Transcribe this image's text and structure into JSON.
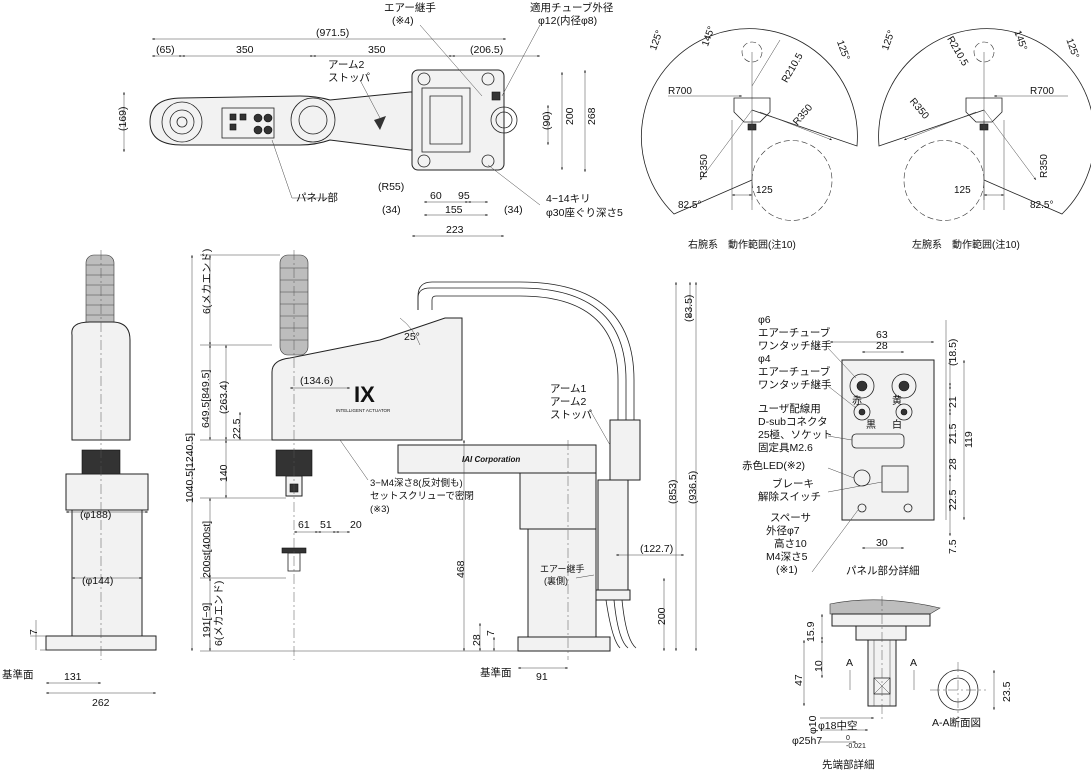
{
  "top_view": {
    "dims": [
      "(971.5)",
      "(65)",
      "350",
      "350",
      "(206.5)",
      "(169)",
      "200",
      "268",
      "(90)",
      "(R55)",
      "60",
      "95",
      "155",
      "(34)",
      "(34)",
      "223"
    ],
    "air_joint": "エアー継手",
    "air_joint_note": "(※4)",
    "tube_label": "適用チューブ外径",
    "tube_value": "φ12(内径φ8)",
    "arm2_stopper_1": "アーム2",
    "arm2_stopper_2": "ストッパ",
    "panel": "パネル部",
    "holes_1": "4−14キリ",
    "holes_2": "φ30座ぐり深さ5"
  },
  "range_right": {
    "angles": [
      "125°",
      "145°",
      "125°",
      "82.5°"
    ],
    "radii": [
      "R210.5",
      "R700",
      "R350",
      "R350"
    ],
    "dim": "125",
    "caption": "右腕系　動作範囲(注10)"
  },
  "range_left": {
    "angles": [
      "125°",
      "145°",
      "125°",
      "82.5°"
    ],
    "radii": [
      "R210.5",
      "R350",
      "R700",
      "R350"
    ],
    "dim": "125",
    "caption": "左腕系　動作範囲(注10)"
  },
  "front_view": {
    "dims": [
      "(φ188)",
      "(φ144)",
      "7",
      "131",
      "262"
    ],
    "base_label": "基準面"
  },
  "side_view": {
    "vdims": [
      "1040.5[1240.5]",
      "649.5[849.5]",
      "6(メカエンド)",
      "(263.4)",
      "22.5",
      "140",
      "200st[400st]",
      "191[−9]",
      "6(メカエンド)",
      "468",
      "28",
      "7",
      "(853)",
      "(936.5)",
      "(83.5)",
      "200"
    ],
    "hdims": [
      "(134.6)",
      "61",
      "51",
      "20",
      "(122.7)",
      "91"
    ],
    "angle": "25°",
    "logo": "IX",
    "logo_sub": "INTELLIGENT ACTUATOR",
    "brand": "IAI Corporation",
    "arm_1": "アーム1",
    "arm_2": "アーム2",
    "stopper": "ストッパ",
    "screw_1": "3−M4深さ8(反対側も)",
    "screw_2": "セットスクリューで密閉",
    "screw_3": "(※3)",
    "air_1": "エアー継手",
    "air_2": "(裏側)",
    "base_label": "基準面"
  },
  "panel_detail": {
    "items": [
      "φ6",
      "エアーチューブ",
      "ワンタッチ継手",
      "φ4",
      "エアーチューブ",
      "ワンタッチ継手",
      "ユーザ配線用",
      "D-subコネクタ",
      "25極、ソケット",
      "固定具M2.6",
      "赤色LED(※2)",
      "ブレーキ",
      "解除スイッチ",
      "スペーサ",
      "外径φ7",
      "高さ10",
      "M4深さ5",
      "(※1)"
    ],
    "dims_top": [
      "63",
      "28"
    ],
    "dims_right": [
      "(18.5)",
      "21",
      "21.5",
      "28",
      "119",
      "22.5",
      "7.5"
    ],
    "dim_bottom": "30",
    "colors": [
      "赤",
      "黄",
      "黒",
      "白"
    ],
    "caption": "パネル部分詳細"
  },
  "tip_detail": {
    "dims": [
      "15.9",
      "47",
      "10",
      "φ10",
      "φ18中空",
      "φ25h7",
      "-0.021",
      "0",
      "23.5"
    ],
    "section_letters": [
      "A",
      "A"
    ],
    "section_caption": "A-A断面図",
    "caption": "先端部詳細"
  }
}
